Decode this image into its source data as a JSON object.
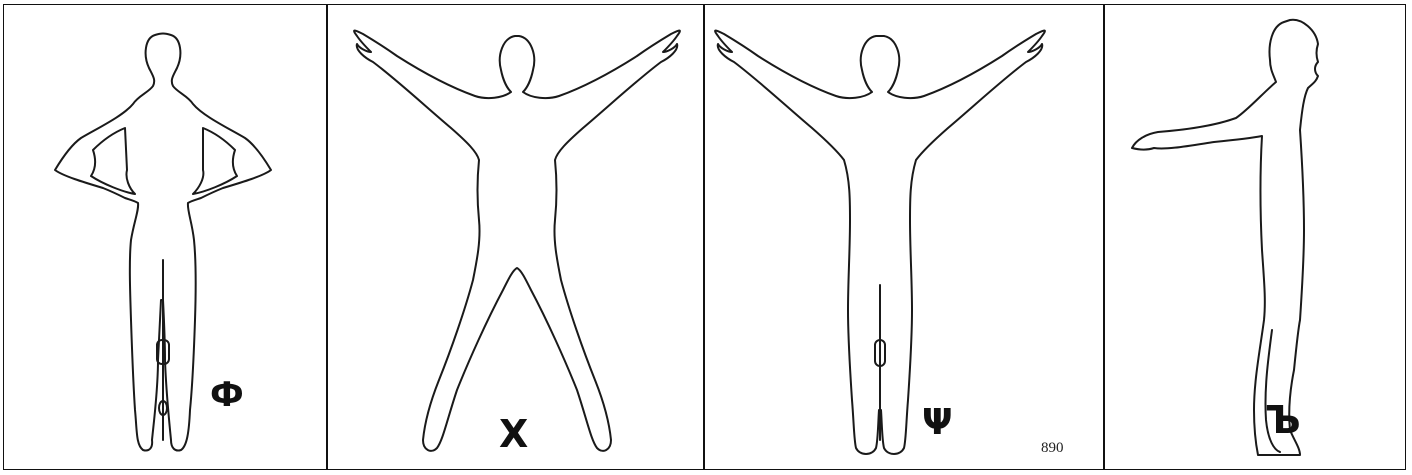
{
  "figure": {
    "panels": [
      {
        "pose": "arms-akimbo-front",
        "glyph": "Ф"
      },
      {
        "pose": "star-jump-front",
        "glyph": "Х"
      },
      {
        "pose": "arms-raised-front",
        "glyph": "Ψ"
      },
      {
        "pose": "side-view-arm-forward",
        "glyph": "Ъ"
      }
    ],
    "page_number": "890",
    "colors": {
      "line": "#1a1a1a",
      "background": "#ffffff",
      "border": "#111111"
    }
  }
}
